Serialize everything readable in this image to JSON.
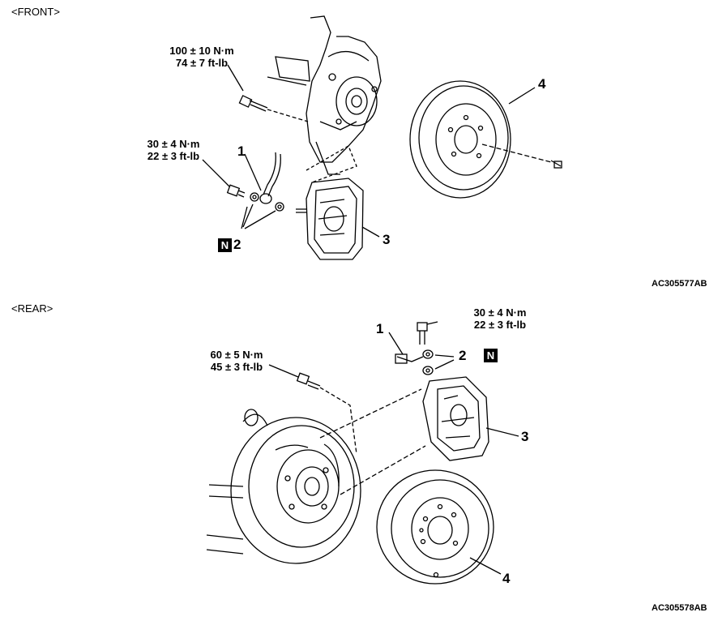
{
  "front": {
    "section_label": "<FRONT>",
    "torque_upper": {
      "line1": "100 ± 10 N·m",
      "line2": "74 ± 7 ft-lb"
    },
    "torque_lower": {
      "line1": "30 ± 4 N·m",
      "line2": "22 ± 3 ft-lb"
    },
    "callouts": {
      "c1": "1",
      "c2": "2",
      "c3": "3",
      "c4": "4"
    },
    "n_badge": "N",
    "figure_code": "AC305577AB"
  },
  "rear": {
    "section_label": "<REAR>",
    "torque_upper": {
      "line1": "30 ± 4 N·m",
      "line2": "22 ± 3 ft-lb"
    },
    "torque_lower": {
      "line1": "60 ± 5 N·m",
      "line2": "45 ± 3 ft-lb"
    },
    "callouts": {
      "c1": "1",
      "c2": "2",
      "c3": "3",
      "c4": "4"
    },
    "n_badge": "N",
    "figure_code": "AC305578AB"
  }
}
